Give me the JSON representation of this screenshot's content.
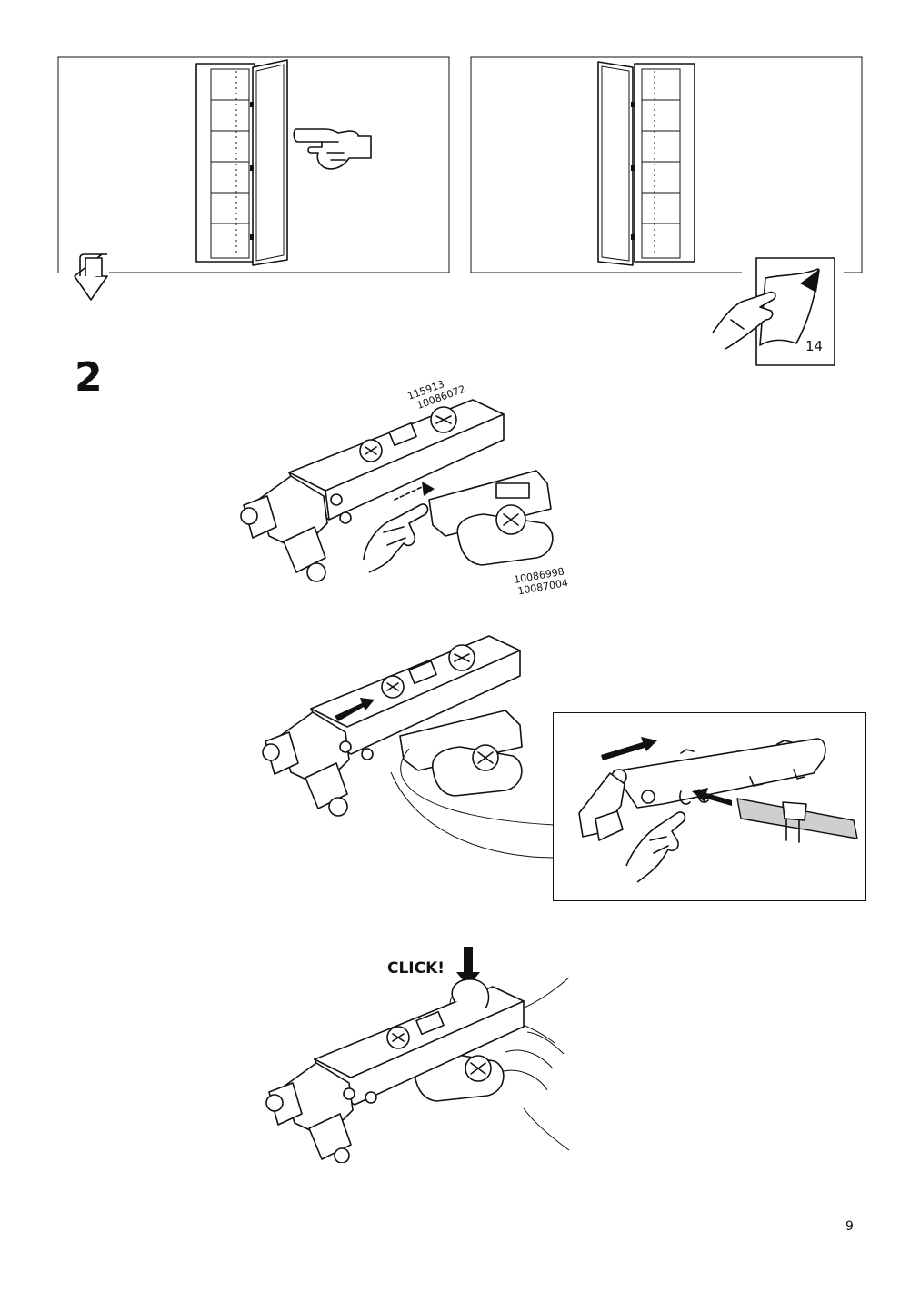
{
  "step": {
    "number": "2"
  },
  "page_ref": {
    "number": "14"
  },
  "part_labels": {
    "hinge": [
      "115913",
      "10086072"
    ],
    "plate": [
      "10086998",
      "10087004"
    ]
  },
  "click_text": "CLICK!",
  "page_number": "9"
}
